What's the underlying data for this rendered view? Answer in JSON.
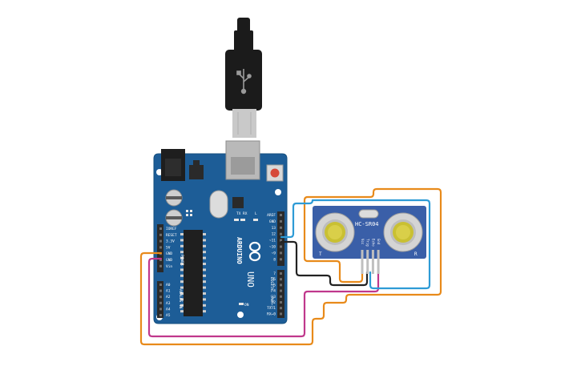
{
  "arduino": {
    "brand": "ARDUINO",
    "model": "UNO",
    "power_header_labels": [
      "IOREF",
      "RESET",
      "3.3V",
      "5V",
      "GND",
      "GND",
      "Vin"
    ],
    "power_title": "POWER",
    "analog_labels": [
      "A0",
      "A1",
      "A2",
      "A3",
      "A4",
      "A5"
    ],
    "analog_title": "ANALOG IN",
    "digital_labels": [
      "AREF",
      "GND",
      "13",
      "12",
      "~11",
      "~10",
      "~9",
      "8",
      "7",
      "~6",
      "~5",
      "4",
      "~3",
      "2",
      "TX→1",
      "RX←0"
    ],
    "digital_title": "DIGITAL (PWM~)",
    "led_labels": [
      "TX",
      "RX",
      "L"
    ],
    "on_label": "ON"
  },
  "sensor": {
    "model": "HC-SR04",
    "pin_labels": [
      "Vcc",
      "Trig",
      "Echo",
      "Gnd"
    ],
    "left_mark": "T",
    "right_mark": "R"
  },
  "colors": {
    "board": "#1d5d97",
    "board_edge": "#17507f",
    "header": "#2a2a2a",
    "usb_cable": "#1b1b1b",
    "usb_metal": "#c9c9c9",
    "sensor_board": "#3a5fa8",
    "transducer": "#d4d4d4",
    "transducer_inner": "#c9c032",
    "wire_orange": "#e88a1a",
    "wire_magenta": "#c0388c",
    "wire_blue": "#2e9bd6",
    "wire_black": "#222222"
  }
}
